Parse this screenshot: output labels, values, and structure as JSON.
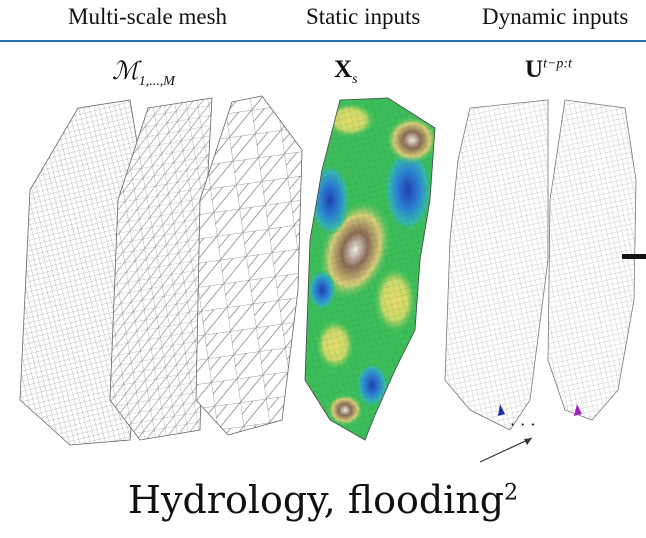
{
  "headers": {
    "multiscale": "Multi-scale mesh",
    "static": "Static inputs",
    "dynamic": "Dynamic inputs"
  },
  "symbols": {
    "multiscale_main": "ℳ",
    "multiscale_sub": "1,...,M",
    "static_main": "X",
    "static_sub": "s",
    "dynamic_main": "U",
    "dynamic_sup": "t−p:t"
  },
  "ellipsis": "· · ·",
  "caption": {
    "text": "Hydrology, flooding",
    "superscript": "2"
  },
  "colors": {
    "rule": "#2c6fb6",
    "mesh_line": "#8a8a8a",
    "terrain_green": "#3cbf5a",
    "terrain_yellow": "#e8dc6a",
    "terrain_brown": "#8a6a55",
    "terrain_blue": "#2b5fd6"
  }
}
